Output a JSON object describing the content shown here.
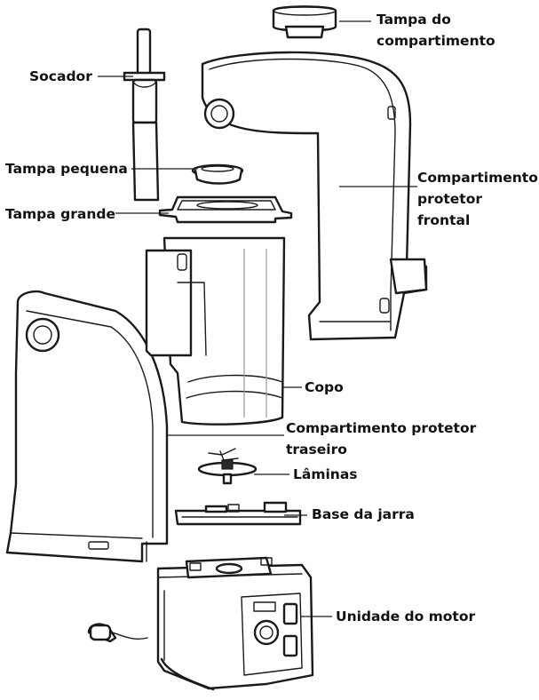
{
  "labels": {
    "lid_compartment": "Tampa do\ncompartimento",
    "tamper": "Socador",
    "small_lid": "Tampa pequena",
    "large_lid": "Tampa grande",
    "front_shield": "Compartimento\nprotetor\nfrontal",
    "cup": "Copo",
    "rear_shield": "Compartimento protetor\ntraseiro",
    "blades": "Lâminas",
    "jar_base": "Base da jarra",
    "motor_unit": "Unidade do motor"
  }
}
